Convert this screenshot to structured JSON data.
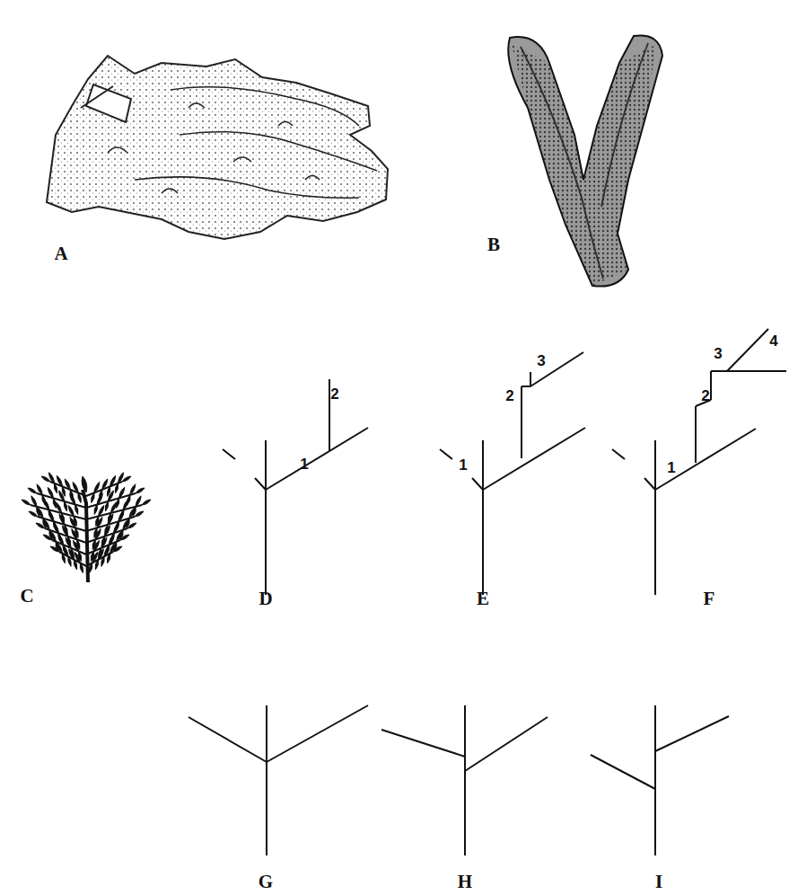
{
  "diagram": {
    "labels": [
      "A",
      "B",
      "C",
      "D",
      "E",
      "F",
      "G",
      "H",
      "I",
      "2",
      "1",
      "3",
      "2",
      "1",
      "4",
      "3",
      "2",
      "1"
    ]
  }
}
